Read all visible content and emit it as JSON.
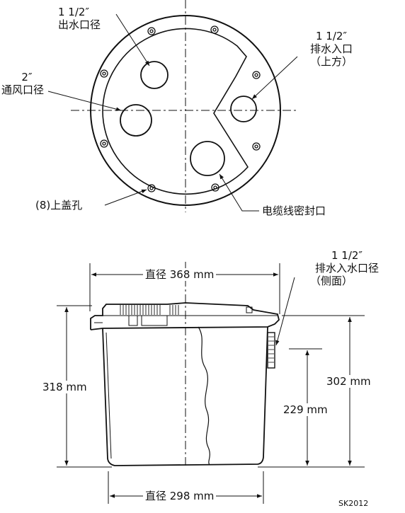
{
  "top_view": {
    "outlet_label": [
      "1 1/2″",
      "出水口径"
    ],
    "vent_label": [
      "2″",
      "通风口径"
    ],
    "inlet_top_label": [
      "1 1/2″",
      "排水入口",
      "（上方）"
    ],
    "lid_holes_label": "(8)上盖孔",
    "cable_seal_label": "电缆线密封口"
  },
  "side_view": {
    "top_diameter": "直径 368 mm",
    "bottom_diameter": "直径 298 mm",
    "total_height": "318 mm",
    "body_height": "302 mm",
    "inlet_height": "229 mm",
    "side_inlet_label": [
      "1 1/2″",
      "排水入水口径",
      "（侧面）"
    ]
  },
  "drawing_code": "SK2012"
}
